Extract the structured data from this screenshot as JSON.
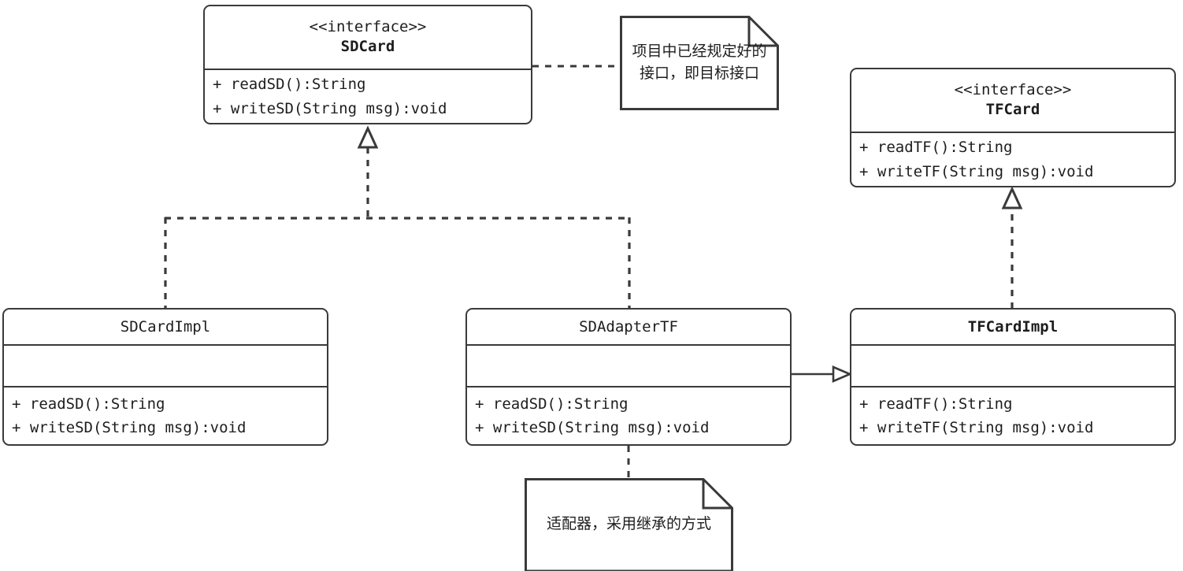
{
  "diagram": {
    "title": "Adapter Pattern UML Class Diagram",
    "type": "uml-class-diagram",
    "colors": {
      "background": "#ffffff",
      "stroke": "#3a3a3a",
      "text": "#1d1d1d"
    }
  },
  "classes": [
    {
      "id": "sdcard",
      "stereotype": "<<interface>>",
      "name": "SDCard",
      "name_bold": true,
      "attributes": [],
      "methods": [
        "+ readSD():String",
        "+ writeSD(String msg):void"
      ]
    },
    {
      "id": "tfcard",
      "stereotype": "<<interface>>",
      "name": "TFCard",
      "name_bold": true,
      "attributes": [],
      "methods": [
        "+ readTF():String",
        "+ writeTF(String msg):void"
      ]
    },
    {
      "id": "sdcardimpl",
      "stereotype": "",
      "name": "SDCardImpl",
      "name_bold": false,
      "attributes": [],
      "methods": [
        "+ readSD():String",
        "+ writeSD(String msg):void"
      ]
    },
    {
      "id": "sdadaptertf",
      "stereotype": "",
      "name": "SDAdapterTF",
      "name_bold": false,
      "attributes": [],
      "methods": [
        "+ readSD():String",
        "+ writeSD(String msg):void"
      ]
    },
    {
      "id": "tfcardimpl",
      "stereotype": "",
      "name": "TFCardImpl",
      "name_bold": true,
      "attributes": [],
      "methods": [
        "+ readTF():String",
        "+ writeTF(String msg):void"
      ]
    }
  ],
  "notes": [
    {
      "id": "note-target-interface",
      "lines": [
        "项目中已经规定好的",
        "接口，即目标接口"
      ],
      "attached_to": "sdcard"
    },
    {
      "id": "note-adapter",
      "lines": [
        "适配器，采用继承的方式"
      ],
      "attached_to": "sdadaptertf"
    }
  ],
  "relations": [
    {
      "id": "rel-sdcardimpl-realizes-sdcard",
      "from": "sdcardimpl",
      "to": "sdcard",
      "kind": "realization",
      "line": "dashed",
      "arrowhead": "hollow-triangle"
    },
    {
      "id": "rel-sdadaptertf-realizes-sdcard",
      "from": "sdadaptertf",
      "to": "sdcard",
      "kind": "realization",
      "line": "dashed",
      "arrowhead": "hollow-triangle"
    },
    {
      "id": "rel-tfcardimpl-realizes-tfcard",
      "from": "tfcardimpl",
      "to": "tfcard",
      "kind": "realization",
      "line": "dashed",
      "arrowhead": "hollow-triangle"
    },
    {
      "id": "rel-sdadaptertf-association-tfcardimpl",
      "from": "sdadaptertf",
      "to": "tfcardimpl",
      "kind": "association",
      "line": "solid",
      "arrowhead": "open-triangle"
    },
    {
      "id": "rel-note-sdcard",
      "from": "note-target-interface",
      "to": "sdcard",
      "kind": "note-anchor",
      "line": "dashed",
      "arrowhead": "none"
    },
    {
      "id": "rel-note-sdadaptertf",
      "from": "note-adapter",
      "to": "sdadaptertf",
      "kind": "note-anchor",
      "line": "dashed",
      "arrowhead": "none"
    }
  ]
}
